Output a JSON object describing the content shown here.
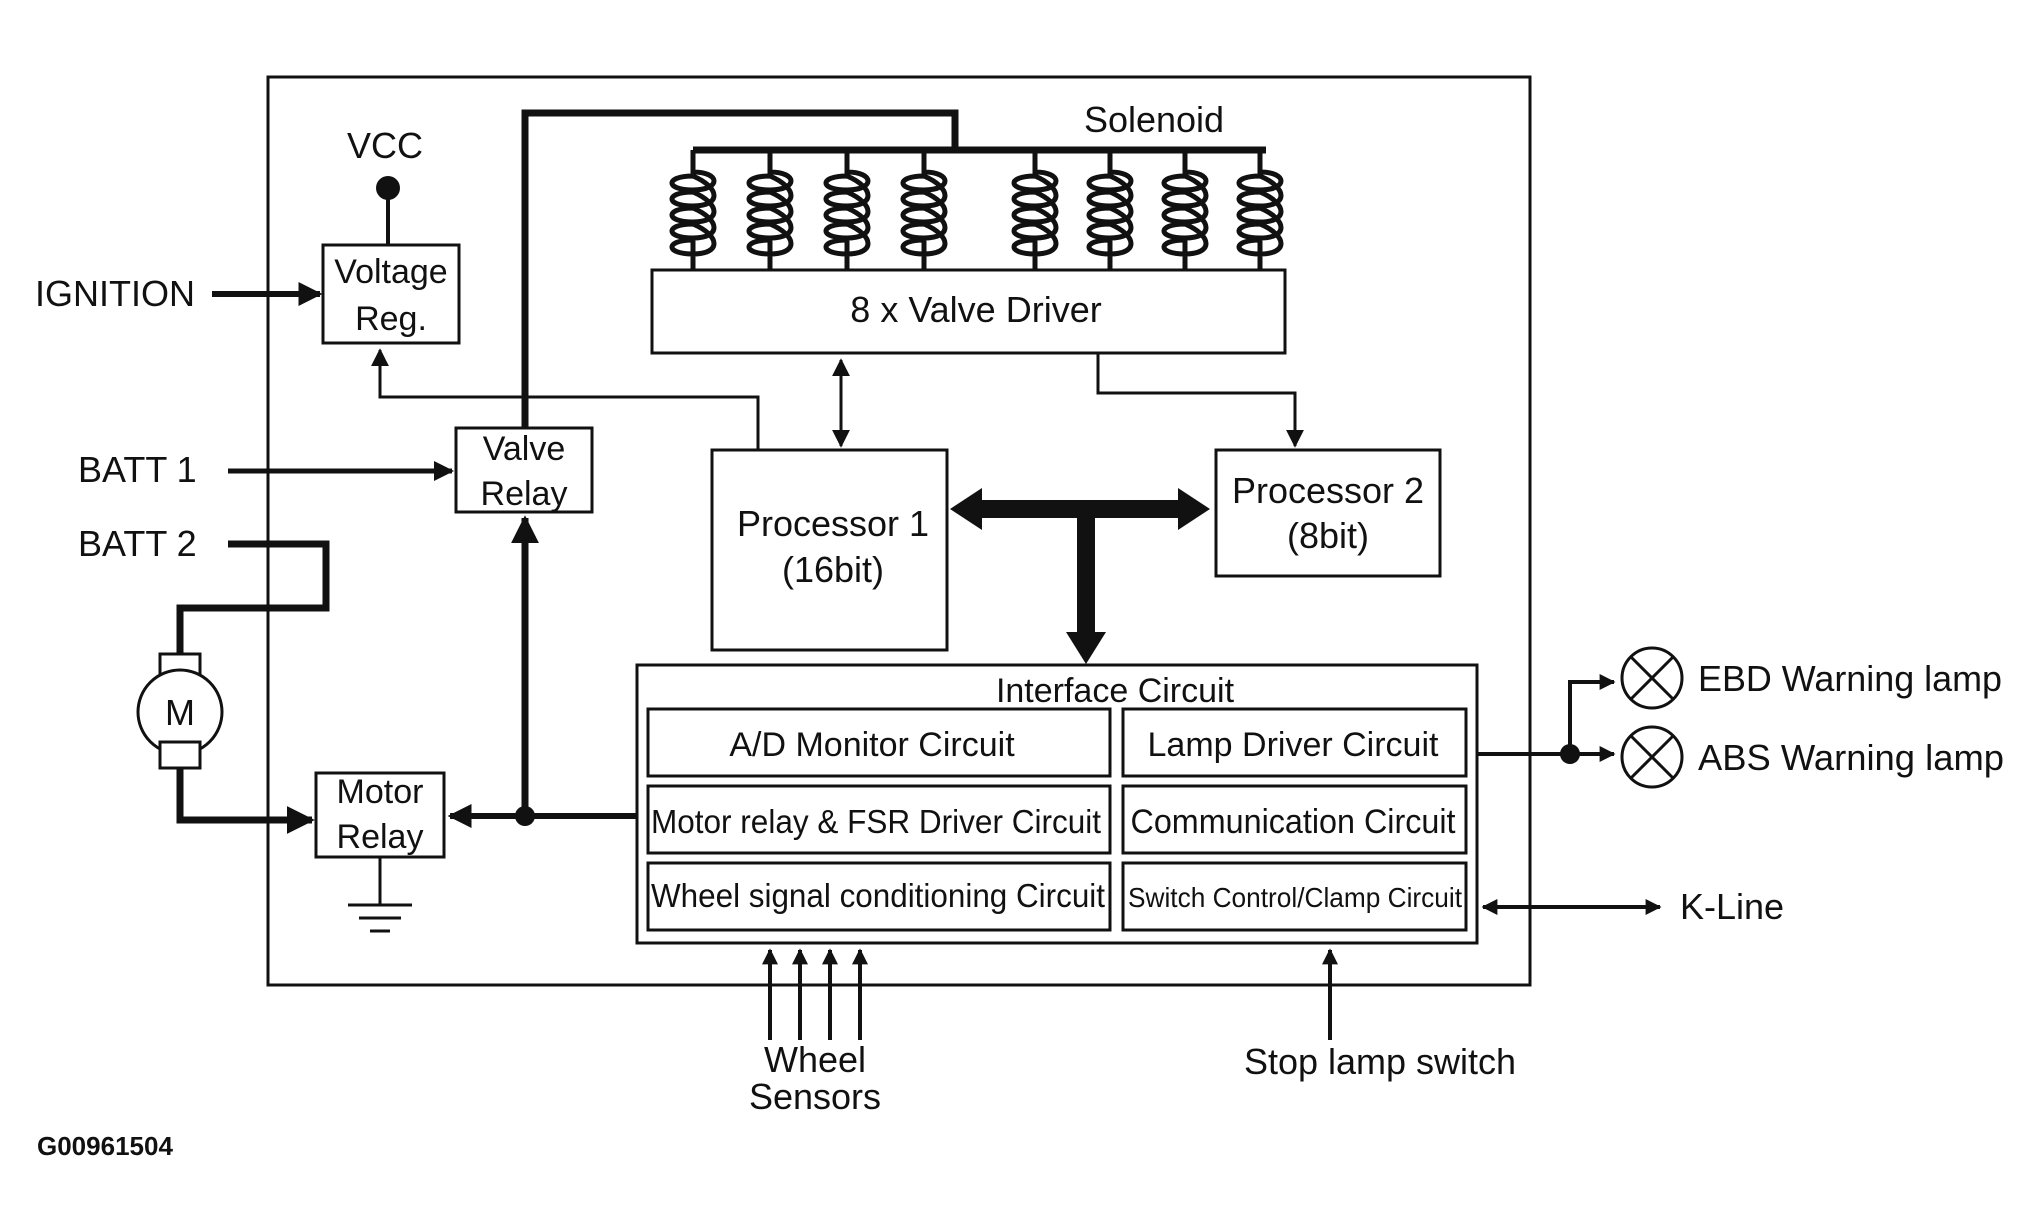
{
  "figure_id": "G00961504",
  "inputs": {
    "ignition": "IGNITION",
    "batt1": "BATT 1",
    "batt2": "BATT 2",
    "vcc": "VCC"
  },
  "blocks": {
    "voltage_reg": [
      "Voltage",
      "Reg."
    ],
    "valve_relay": [
      "Valve",
      "Relay"
    ],
    "motor_relay": [
      "Motor",
      "Relay"
    ],
    "motor": "M",
    "solenoid": "Solenoid",
    "valve_driver": "8 x Valve Driver",
    "processor1": [
      "Processor 1",
      "(16bit)"
    ],
    "processor2": [
      "Processor 2",
      "(8bit)"
    ]
  },
  "interface": {
    "title": "Interface Circuit",
    "ad_monitor": "A/D Monitor Circuit",
    "lamp_driver": "Lamp Driver Circuit",
    "motor_fsr": "Motor relay & FSR Driver Circuit",
    "communication": "Communication Circuit",
    "wheel_signal": "Wheel signal conditioning Circuit",
    "switch_control": "Switch Control/Clamp Circuit"
  },
  "outputs": {
    "ebd_lamp": "EBD Warning lamp",
    "abs_lamp": "ABS Warning lamp",
    "kline": "K-Line",
    "wheel_sensors": [
      "Wheel",
      "Sensors"
    ],
    "stop_lamp": "Stop lamp switch"
  },
  "colors": {
    "ink": "#111111",
    "background": "#ffffff"
  }
}
